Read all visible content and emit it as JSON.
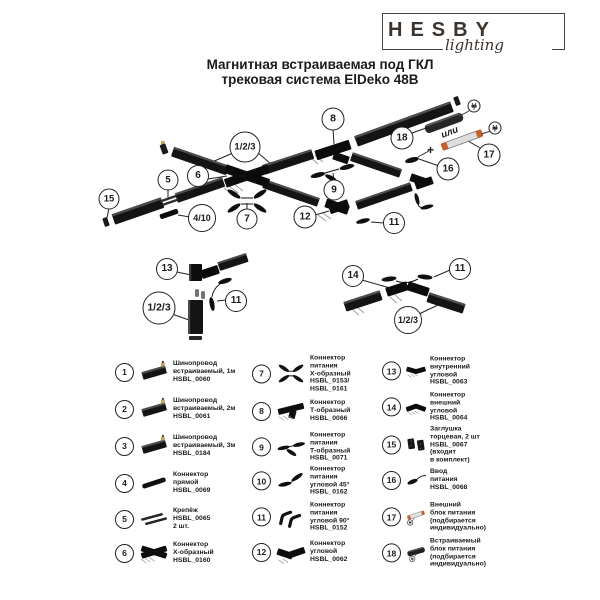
{
  "brand": {
    "name": "HESBY",
    "tagline": "lighting"
  },
  "title": {
    "line1": "Магнитная встраиваемая под ГКЛ",
    "line2": "трековая система ElDeko 48В"
  },
  "colors": {
    "accent_orange": "#c5602c",
    "track_black": "#141414"
  },
  "diagram": {
    "or_label": "или",
    "plus_label": "+",
    "callouts": {
      "n15": "15",
      "n5": "5",
      "n6": "6",
      "n123_top": "1/2/3",
      "n410": "4/10",
      "n7": "7",
      "n8": "8",
      "n9": "9",
      "n12": "12",
      "n11_top": "11",
      "n18": "18",
      "n16": "16",
      "n17": "17",
      "n13": "13",
      "n11_left": "11",
      "n123_left": "1/2/3",
      "n14": "14",
      "n11_right": "11",
      "n123_right": "1/2/3"
    }
  },
  "legend": {
    "items": [
      {
        "num": "1",
        "icon": "recessed-track-1m-icon",
        "label": "Шинопровод\nвстраиваемый, 1м\nHSBL_0060"
      },
      {
        "num": "2",
        "icon": "recessed-track-2m-icon",
        "label": "Шинопровод\nвстраиваемый, 2м\nHSBL_0061"
      },
      {
        "num": "3",
        "icon": "recessed-track-3m-icon",
        "label": "Шинопровод\nвстраиваемый, 3м\nHSBL_0184"
      },
      {
        "num": "4",
        "icon": "straight-connector-icon",
        "label": "Коннектор\nпрямой\nHSBL_0069"
      },
      {
        "num": "5",
        "icon": "mount-clip-icon",
        "label": "Крепёж\nHSBL_0065\n2 шт."
      },
      {
        "num": "6",
        "icon": "x-connector-icon",
        "label": "Коннектор\nХ-образный\nHSBL_0160"
      },
      {
        "num": "7",
        "icon": "x-power-connector-icon",
        "label": "Коннектор\nпитания\nХ-образный\nHSBL_0153/\nHSBL_0161"
      },
      {
        "num": "8",
        "icon": "t-connector-icon",
        "label": "Коннектор\nТ-образный\nHSBL_0066"
      },
      {
        "num": "9",
        "icon": "t-power-connector-icon",
        "label": "Коннектор\nпитания\nТ-образный\nHSBL_0071"
      },
      {
        "num": "10",
        "icon": "power-connector-45-icon",
        "label": "Коннектор\nпитания\nугловой 45°\nHSBL_0162"
      },
      {
        "num": "11",
        "icon": "power-connector-90-icon",
        "label": "Коннектор\nпитания\nугловой 90°\nHSBL_0152"
      },
      {
        "num": "12",
        "icon": "corner-connector-icon",
        "label": "Коннектор\nугловой\nHSBL_0062"
      },
      {
        "num": "13",
        "icon": "inner-corner-connector-icon",
        "label": "Коннектор\nвнутренний\nугловой\nHSBL_0063"
      },
      {
        "num": "14",
        "icon": "outer-corner-connector-icon",
        "label": "Коннектор\nвнешний\nугловой\nHSBL_0064"
      },
      {
        "num": "15",
        "icon": "end-cap-icon",
        "label": "Заглушка\nторцевая, 2 шт\nHSBL_0067\n(входит\nв комплект)"
      },
      {
        "num": "16",
        "icon": "power-lead-icon",
        "label": "Ввод\nпитания\nHSBL_0068"
      },
      {
        "num": "17",
        "icon": "external-psu-icon",
        "label": "Внешний\nблок питания\n(подбирается\nиндивидуально)"
      },
      {
        "num": "18",
        "icon": "recessed-psu-icon",
        "label": "Встраиваемый\nблок питания\n(подбирается\nиндивидуально)"
      }
    ]
  }
}
